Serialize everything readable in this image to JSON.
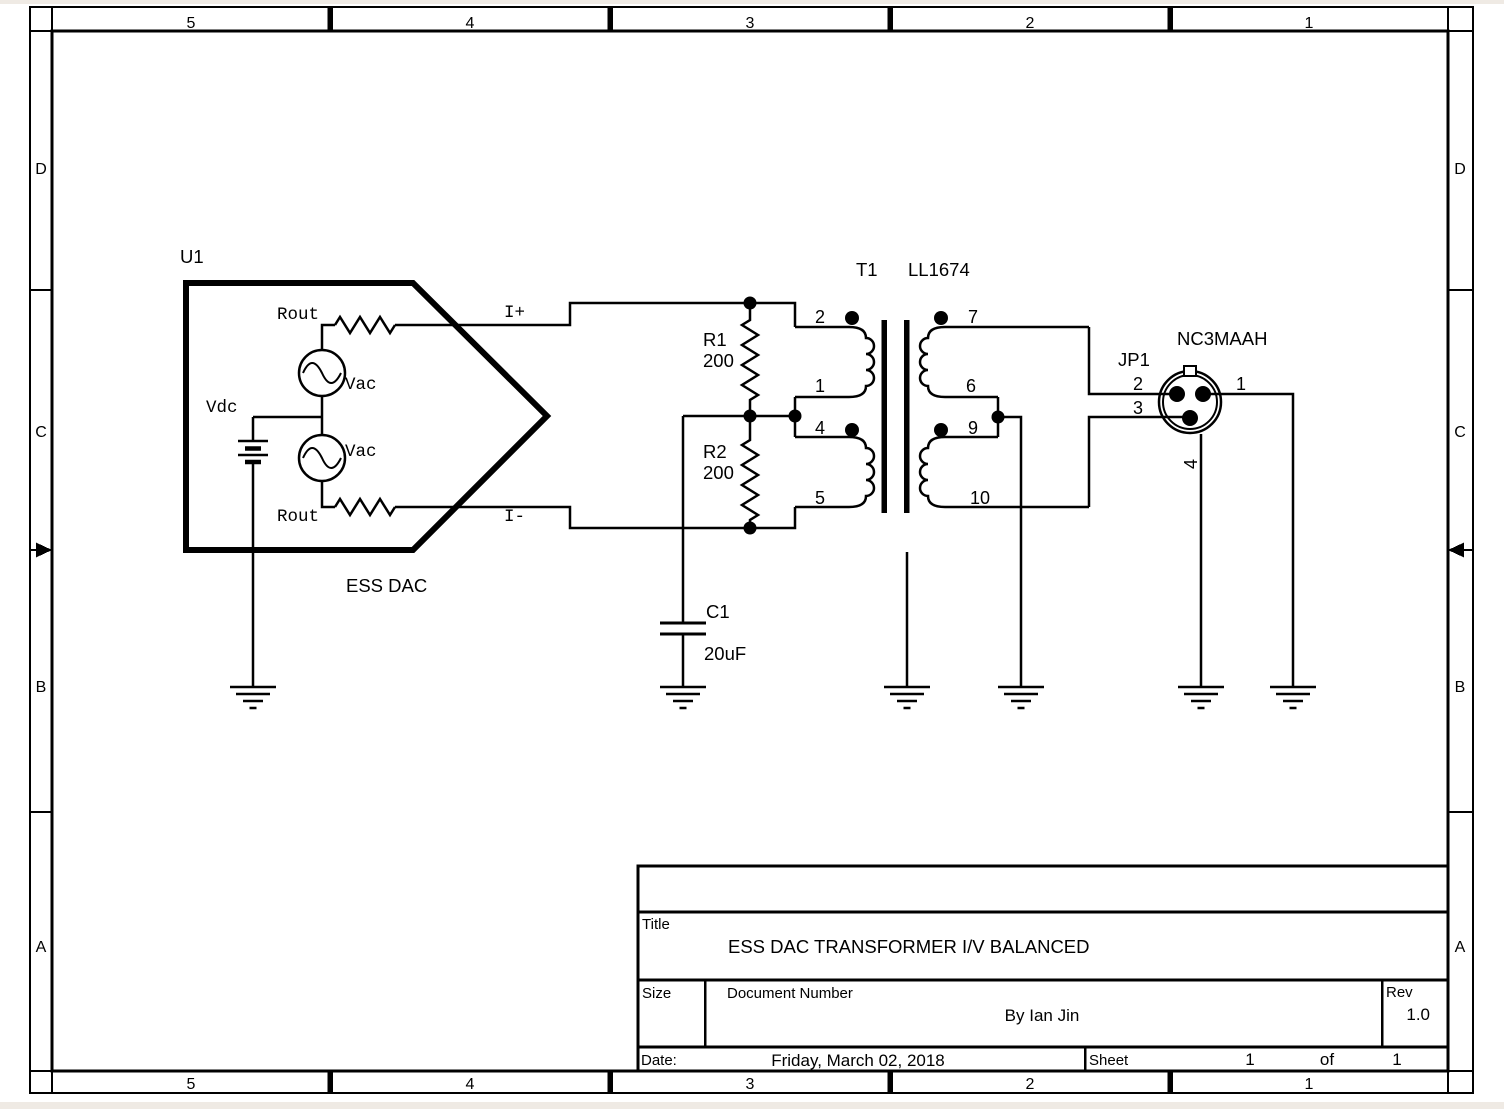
{
  "frame": {
    "zones_top": [
      "5",
      "4",
      "3",
      "2",
      "1"
    ],
    "zones_bottom": [
      "5",
      "4",
      "3",
      "2",
      "1"
    ],
    "zones_left": [
      "D",
      "C",
      "B",
      "A"
    ],
    "zones_right": [
      "D",
      "C",
      "B",
      "A"
    ]
  },
  "dac": {
    "refdes": "U1",
    "part_name": "ESS DAC",
    "rout_top": "Rout",
    "rout_bottom": "Rout",
    "vac_top": "Vac",
    "vac_bottom": "Vac",
    "vdc": "Vdc",
    "net_i_plus": "I+",
    "net_i_minus": "I-"
  },
  "r1": {
    "refdes": "R1",
    "value": "200"
  },
  "r2": {
    "refdes": "R2",
    "value": "200"
  },
  "c1": {
    "refdes": "C1",
    "value": "20uF"
  },
  "transformer": {
    "refdes": "T1",
    "part": "LL1674",
    "pin2": "2",
    "pin1": "1",
    "pin4": "4",
    "pin5": "5",
    "pin7": "7",
    "pin6": "6",
    "pin9": "9",
    "pin10": "10"
  },
  "connector": {
    "refdes": "JP1",
    "part": "NC3MAAH",
    "pin1": "1",
    "pin2": "2",
    "pin3": "3",
    "pin4": "4"
  },
  "titleblock": {
    "title_label": "Title",
    "title": "ESS DAC TRANSFORMER I/V BALANCED",
    "size_label": "Size",
    "doc_label": "Document Number",
    "doc_value": "By Ian Jin",
    "rev_label": "Rev",
    "rev_value": "1.0",
    "date_label": "Date:",
    "date_value": "Friday, March 02, 2018",
    "sheet_label": "Sheet",
    "sheet_number": "1",
    "of_label": "of",
    "sheet_total": "1"
  }
}
